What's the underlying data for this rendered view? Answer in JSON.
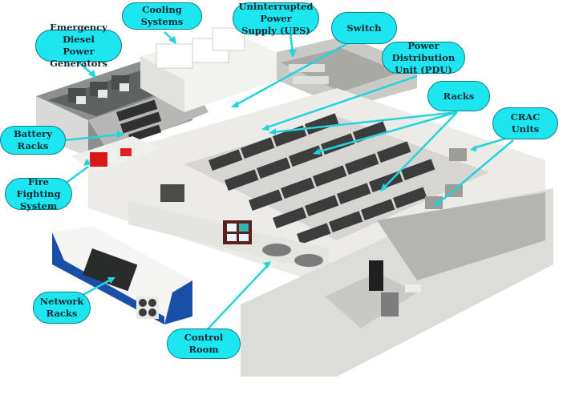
{
  "figure": {
    "title": "Data center facility layout",
    "accent_color": "#1de6f0",
    "arrow_color": "#22d3de"
  },
  "labels": {
    "cooling": "Cooling Systems",
    "ups_line1": "Uninterrupted Power",
    "ups_line2": "Supply (UPS)",
    "switch": "Switch",
    "generators_line1": "Emergency Diesel",
    "generators_line2": "Power Generators",
    "pdu_line1": "Power Distribution",
    "pdu_line2": "Unit (PDU)",
    "racks": "Racks",
    "crac": "CRAC Units",
    "battery": "Battery Racks",
    "fire_line1": "Fire Fighting",
    "fire_line2": "System",
    "network_line1": "Network",
    "network_line2": "Racks",
    "control": "Control Room"
  }
}
